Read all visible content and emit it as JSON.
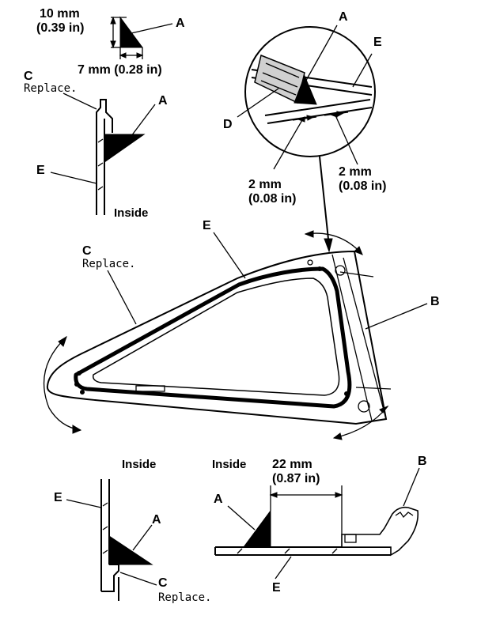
{
  "labels": {
    "a": "A",
    "b": "B",
    "c": "C",
    "d": "D",
    "e": "E"
  },
  "notes": {
    "replace": "Replace."
  },
  "inside": "Inside",
  "dimensions": {
    "height_mm": "10 mm",
    "height_in": "(0.39 in)",
    "width_mm": "7 mm (0.28 in)",
    "gap_mm": "2 mm",
    "gap_in": "(0.08 in)",
    "offset_mm": "22 mm",
    "offset_in": "(0.87 in)"
  }
}
